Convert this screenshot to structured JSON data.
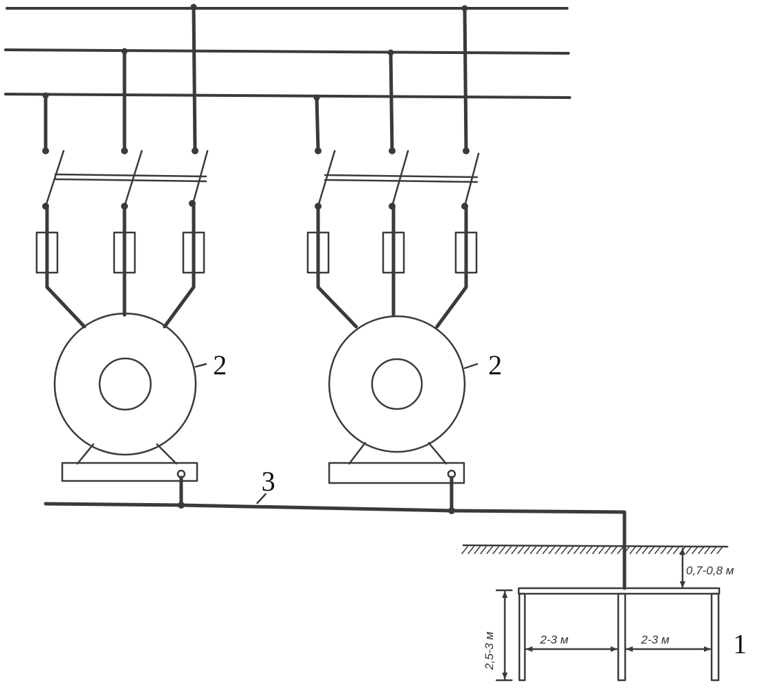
{
  "labels": {
    "earth_electrode": "1",
    "motor_left": "2",
    "motor_right": "2",
    "grounding_bus": "3"
  },
  "dimensions": {
    "burial_depth": "0,7-0,8 м",
    "electrode_length": "2,5-3 м",
    "spacing_left": "2-3 м",
    "spacing_right": "2-3 м"
  },
  "colors": {
    "line": "#3a3a3a",
    "text": "#111111",
    "background": "#ffffff"
  }
}
